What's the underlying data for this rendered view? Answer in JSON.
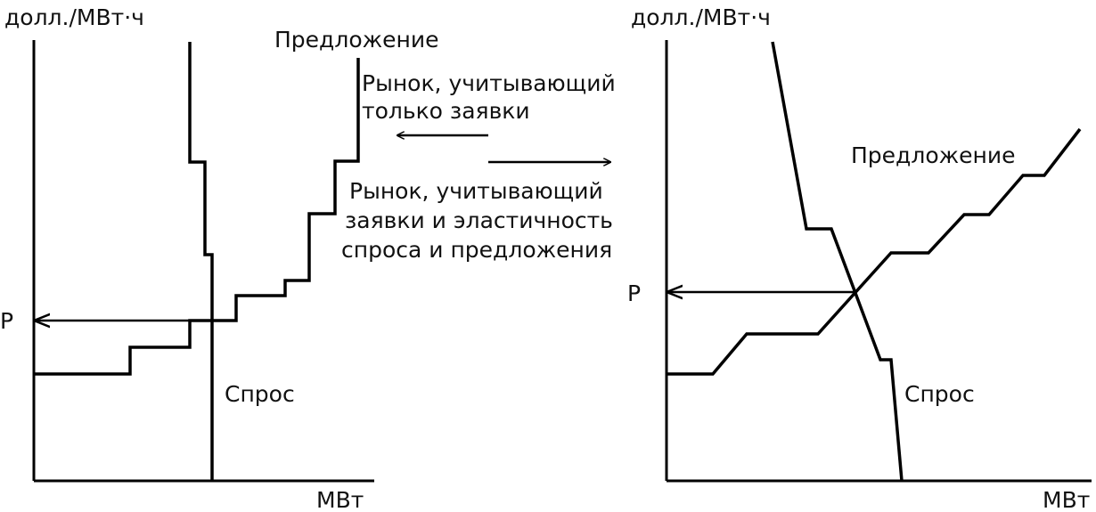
{
  "left_panel": {
    "y_axis_label": "долл./МВт·ч",
    "x_axis_label": "МВт",
    "price_label": "P",
    "supply_label": "Предложение",
    "demand_label": "Спрос"
  },
  "right_panel": {
    "y_axis_label": "долл./МВт·ч",
    "x_axis_label": "МВт",
    "price_label": "P",
    "supply_label": "Предложение",
    "demand_label": "Спрос"
  },
  "captions": {
    "bids_only": [
      "Рынок, учитывающий",
      "только заявки"
    ],
    "bids_and_elasticity": [
      "Рынок, учитывающий",
      "заявки и эластичность",
      "спроса и предложения"
    ]
  },
  "colors": {
    "line": "#000000",
    "text": "#111111"
  },
  "icons": [
    "arrow-left-icon",
    "arrow-right-icon"
  ]
}
